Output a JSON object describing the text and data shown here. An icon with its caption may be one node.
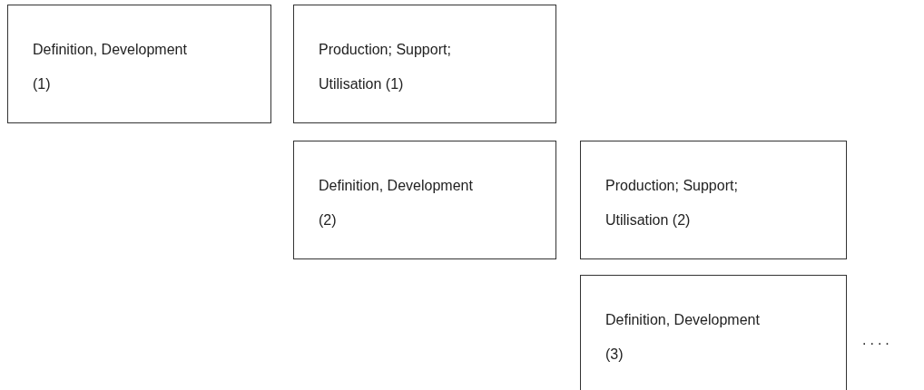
{
  "diagram": {
    "nodes": [
      {
        "text": [
          "Definition, Development (1)"
        ]
      },
      {
        "text": [
          "Production; Support; Utilisation (1)"
        ]
      },
      {
        "text": [
          "Definition, Development (2)"
        ]
      },
      {
        "text": [
          "Production; Support; Utilisation (2)"
        ]
      },
      {
        "text": [
          "Definition, Development (3)"
        ]
      }
    ],
    "labels": [
      "...."
    ]
  }
}
